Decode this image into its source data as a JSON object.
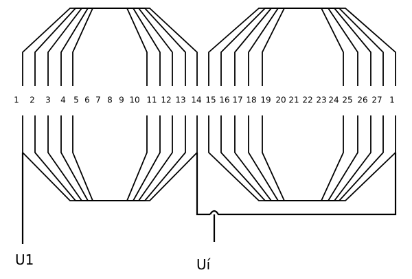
{
  "slot_numbers": [
    "1",
    "2",
    "3",
    "4",
    "5",
    "6",
    "7",
    "8",
    "9",
    "10",
    "11",
    "12",
    "13",
    "14",
    "15",
    "16",
    "17",
    "18",
    "19",
    "20",
    "21",
    "22",
    "23",
    "24",
    "25",
    "26",
    "27",
    "1"
  ],
  "terminals": {
    "start": "U1",
    "end": "Uí"
  }
}
